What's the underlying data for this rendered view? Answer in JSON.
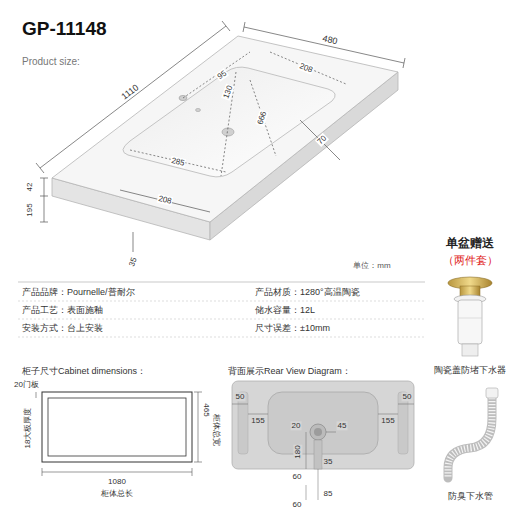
{
  "diagram": {
    "title": "GP-11148",
    "labels": [
      "Product size:",
      "1110",
      "480",
      "95",
      "208",
      "130",
      "666",
      "285",
      "70",
      "208",
      "42",
      "195",
      "35",
      "单位：mm",
      "产品品牌：Pournelle/普耐尔",
      "产品材质：1280°高温陶瓷",
      "产品工艺：表面施釉",
      "储水容量：12L",
      "安装方式：台上安装",
      "尺寸误差：±10mm",
      "单盆赠送",
      "（两件套）",
      "陶瓷盖防堵下水器",
      "防臭下水管",
      "柜子尺寸Cabinet dimensions：",
      "20门板",
      "18大板厚度",
      "465",
      "柜体总宽",
      "1080",
      "柜体总长",
      "背面展示Rear View Diagram：",
      "50",
      "155",
      "155",
      "50",
      "45",
      "20",
      "180",
      "35",
      "60",
      "60",
      "85"
    ]
  }
}
